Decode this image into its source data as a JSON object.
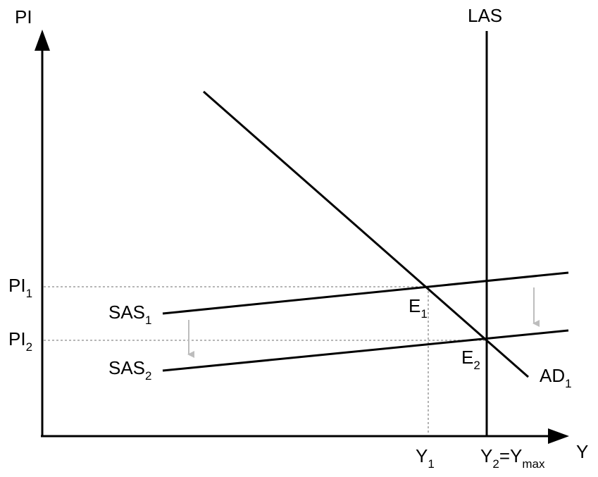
{
  "axes": {
    "y_label": "PI",
    "x_label": "Y"
  },
  "curves": {
    "las": "LAS",
    "ad": {
      "base": "AD",
      "sub": "1"
    },
    "sas1": {
      "base": "SAS",
      "sub": "1"
    },
    "sas2": {
      "base": "SAS",
      "sub": "2"
    }
  },
  "points": {
    "e1": {
      "base": "E",
      "sub": "1"
    },
    "e2": {
      "base": "E",
      "sub": "2"
    }
  },
  "price_levels": {
    "pi1": {
      "base": "PI",
      "sub": "1"
    },
    "pi2": {
      "base": "PI",
      "sub": "2"
    }
  },
  "output_levels": {
    "y1": {
      "base": "Y",
      "sub": "1"
    },
    "y2": {
      "base": "Y",
      "sub": "2",
      "eq": "=Y",
      "sub2": "max"
    }
  },
  "colors": {
    "curve": "#000000",
    "guide": "#8a8a8a",
    "shift_arrow": "#bdbdbd"
  }
}
